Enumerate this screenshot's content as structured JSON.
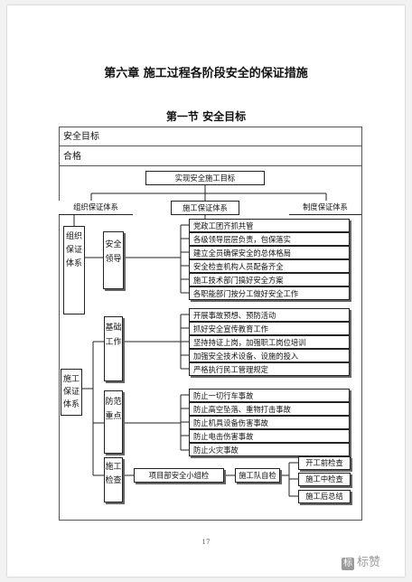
{
  "chapter_title": "第六章  施工过程各阶段安全的保证措施",
  "section_title": "第一节  安全目标",
  "table": {
    "row1": "安全目标",
    "row2": "合格"
  },
  "diagram": {
    "root": "实现安全施工目标",
    "branches": {
      "org": "组织保证体系",
      "construct": "施工保证体系",
      "system": "制度保证体系"
    },
    "org_system_box": "组织保证体系",
    "safety_lead_box": "安全领导",
    "safety_lead_items": [
      "党政工团齐抓共管",
      "各级领导层层负责，包保落实",
      "建立全员确保安全的总体格局",
      "安全检查机构人员配备齐全",
      "施工技术部门搞好安全方案",
      "各职能部门按分工做好安全工作"
    ],
    "construct_system_box": "施工保证体系",
    "basic_work_box": "基础工作",
    "basic_work_items": [
      "开展事故预想、预防活动",
      "抓好安全宣传教育工作",
      "坚持持证上岗，加强职工岗位培训",
      "加强安全技术设备、设施的投入",
      "严格执行民工管理规定"
    ],
    "prevention_box": "防范重点",
    "prevention_items": [
      "防止一切行车事故",
      "防止高空坠落、重物打击事故",
      "防止机具设备伤害事故",
      "防止电击伤害事故",
      "防止火灾事故"
    ],
    "inspection_box": "施工检查",
    "project_check": "项目部安全小组检",
    "team_check": "施工队自检",
    "check_items": [
      "开工前检查",
      "施工中检查",
      "施工后总结"
    ]
  },
  "page_number": "17",
  "watermark": "标赞"
}
